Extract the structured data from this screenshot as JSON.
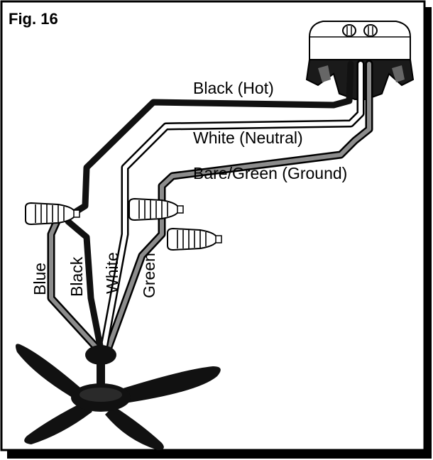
{
  "figure": {
    "label": "Fig. 16"
  },
  "ceiling_wires": {
    "hot": "Black (Hot)",
    "neutral": "White (Neutral)",
    "ground": "Bare/Green (Ground)"
  },
  "fan_wires": {
    "blue": "Blue",
    "black": "Black",
    "white": "White",
    "green": "Green"
  },
  "colors": {
    "black_wire": "#111111",
    "white_wire": "#ffffff",
    "ground_wire": "#8c8c8c",
    "outline": "#000000"
  },
  "icons": [
    "ceiling-box-icon",
    "wire-nut-icon",
    "ceiling-fan-icon"
  ]
}
